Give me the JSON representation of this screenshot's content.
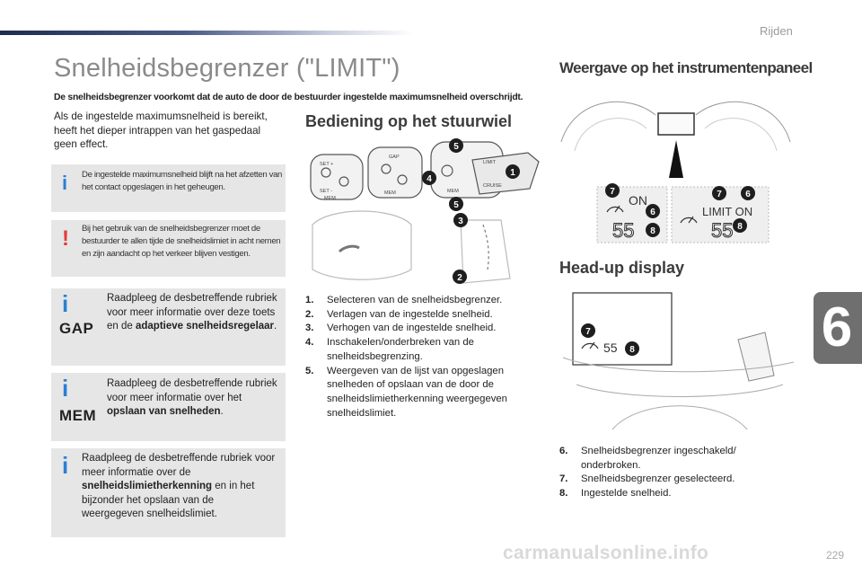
{
  "header": {
    "chapter": "Rijden",
    "page_number": "229",
    "chapter_number": "6"
  },
  "title": "Snelheidsbegrenzer (\"LIMIT\")",
  "intro": "De snelheidsbegrenzer voorkomt dat de auto de door de bestuurder ingestelde maximumsnelheid overschrijdt.",
  "paragraph": "Als de ingestelde maximumsnelheid is bereikt, heeft het dieper intrappen van het gaspedaal geen effect.",
  "notes": {
    "info_memory": "De ingestelde maximumsnelheid blijft na het afzetten van het contact opgeslagen in het geheugen.",
    "warning_attention": "Bij het gebruik van de snelheidsbegrenzer moet de bestuurder te allen tijde de snelheidslimiet in acht nemen en zijn aandacht op het verkeer blijven vestigen.",
    "gap_prefix": "Raadpleeg de desbetreffende rubriek voor meer informatie over deze toets en de ",
    "gap_bold": "adaptieve snelheidsregelaar",
    "gap_suffix": ".",
    "gap_logo": "GAP",
    "mem_prefix": "Raadpleeg de desbetreffende rubriek voor meer informatie over het ",
    "mem_bold": "opslaan van snelheden",
    "mem_suffix": ".",
    "mem_logo": "MEM",
    "sign_prefix": "Raadpleeg de desbetreffende rubriek voor meer informatie over de ",
    "sign_bold": "snelheidslimietherkenning",
    "sign_suffix": " en in het bijzonder het opslaan van de weergegeven snelheidslimiet."
  },
  "steering": {
    "heading": "Bediening op het stuurwiel",
    "items": [
      {
        "num": "1.",
        "text": "Selecteren van de snelheidsbegrenzer."
      },
      {
        "num": "2.",
        "text": "Verlagen van de ingestelde snelheid."
      },
      {
        "num": "3.",
        "text": "Verhogen van de ingestelde snelheid."
      },
      {
        "num": "4.",
        "text": "Inschakelen/onderbreken van de snelheidsbegrenzing."
      },
      {
        "num": "5.",
        "text": "Weergeven van de lijst van opgeslagen snelheden of opslaan van de door de snelheidslimietherkenning weergegeven snelheidslimiet."
      }
    ],
    "figure_labels": {
      "lbl_1": "1",
      "lbl_2": "2",
      "lbl_3": "3",
      "lbl_4": "4",
      "lbl_5a": "5",
      "lbl_5b": "5",
      "btn_gap": "GAP",
      "btn_mem_a": "MEM",
      "btn_mem_b": "MEM",
      "btn_mem_c": "MEM",
      "lever_limit": "LIMIT",
      "lever_cruise": "CRUISE",
      "set_plus": "SET +",
      "set_minus": "SET -"
    }
  },
  "instrument": {
    "heading": "Weergave op het instrumentenpaneel",
    "on_text": "ON",
    "limit_on_text": "LIMIT ON",
    "speed": "55",
    "labels": {
      "l7a": "7",
      "l6a": "6",
      "l8a": "8",
      "l7b": "7",
      "l6b": "6",
      "l8b": "8"
    }
  },
  "hud": {
    "heading": "Head-up display",
    "speed": "55",
    "labels": {
      "l7": "7",
      "l8": "8"
    },
    "items": [
      {
        "num": "6.",
        "text": "Snelheidsbegrenzer ingeschakeld/ onderbroken."
      },
      {
        "num": "7.",
        "text": "Snelheidsbegrenzer geselecteerd."
      },
      {
        "num": "8.",
        "text": "Ingestelde snelheid."
      }
    ]
  },
  "watermark": "carmanualsonline.info",
  "colors": {
    "info_icon": "#2a7fd4",
    "warning_icon": "#e23b3b",
    "note_bg": "#e6e6e6",
    "title_grey": "#8a8a8a"
  }
}
